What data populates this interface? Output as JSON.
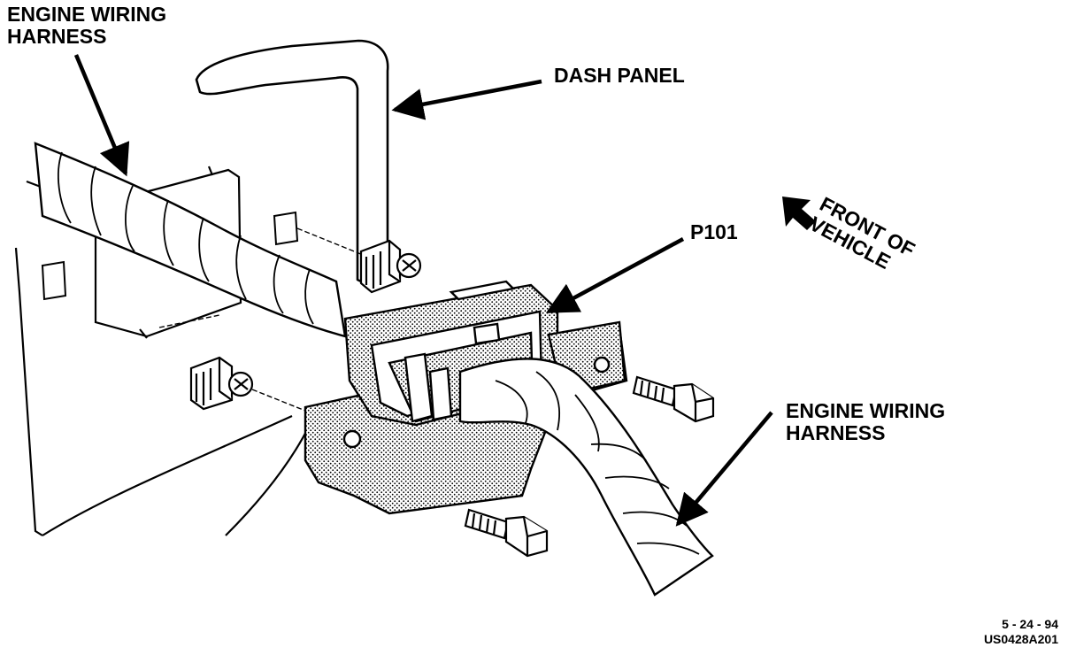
{
  "labels": {
    "harness_top_line1": "ENGINE WIRING",
    "harness_top_line2": "HARNESS",
    "dash_panel": "DASH PANEL",
    "connector": "P101",
    "front_line1": "FRONT OF",
    "front_line2": "VEHICLE",
    "harness_right_line1": "ENGINE WIRING",
    "harness_right_line2": "HARNESS"
  },
  "footer": {
    "date": "5 - 24 - 94",
    "code": "US0428A201"
  },
  "colors": {
    "ink": "#000000",
    "paper": "#ffffff",
    "stipple": "#888888"
  }
}
